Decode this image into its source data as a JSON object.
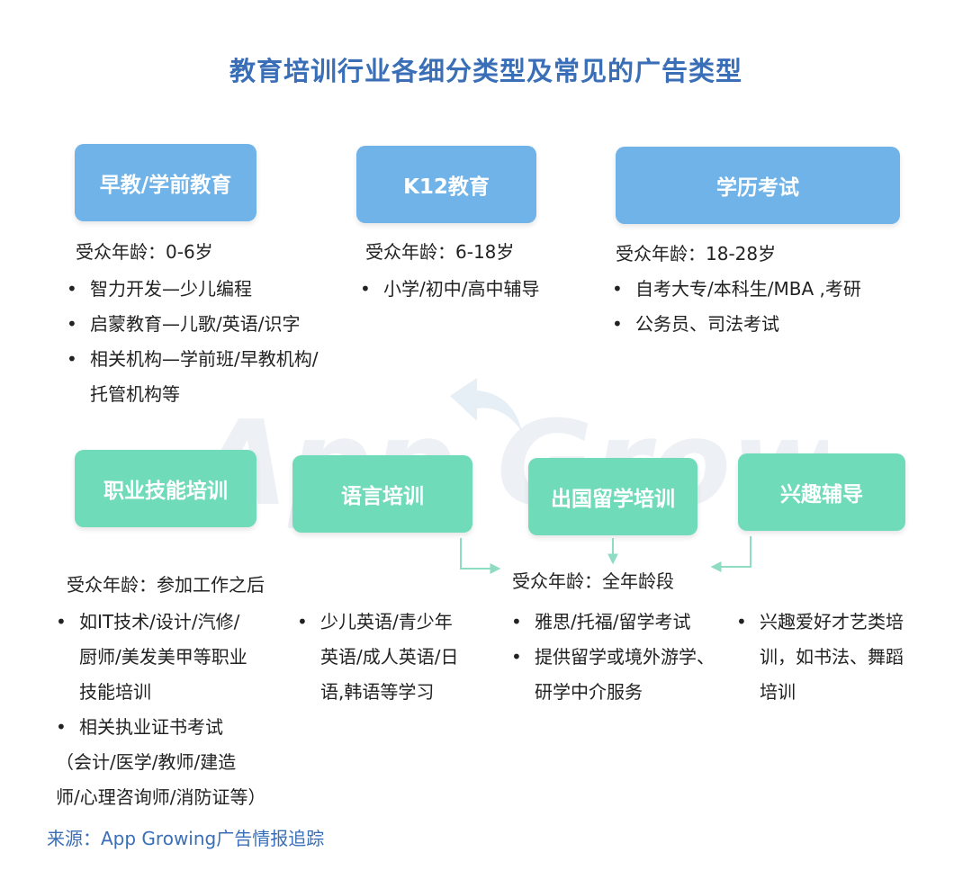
{
  "title": "教育培训行业各细分类型及常见的广告类型",
  "watermark": "App Growing",
  "categories": {
    "early": {
      "label": "早教/学前教育",
      "age": "受众年龄：0-6岁",
      "items": [
        "智力开发—少儿编程",
        "启蒙教育—儿歌/英语/识字",
        "相关机构—学前班/早教机构/",
        "托管机构等"
      ]
    },
    "k12": {
      "label": "K12教育",
      "age": "受众年龄：6-18岁",
      "items": [
        "小学/初中/高中辅导"
      ]
    },
    "degree": {
      "label": "学历考试",
      "age": "受众年龄：18-28岁",
      "items": [
        "自考大专/本科生/MBA ,考研",
        "公务员、司法考试"
      ]
    },
    "vocational": {
      "label": "职业技能培训",
      "age": "受众年龄：参加工作之后",
      "items": [
        "如IT技术/设计/汽修/",
        "厨师/美发美甲等职业",
        "技能培训",
        "相关执业证书考试",
        "（会计/医学/教师/建造",
        "师/心理咨询师/消防证等）"
      ]
    },
    "language": {
      "label": "语言培训",
      "items": [
        "少儿英语/青少年",
        "英语/成人英语/日",
        "语,韩语等学习"
      ]
    },
    "abroad": {
      "label": "出国留学培训",
      "items": [
        "雅思/托福/留学考试",
        "提供留学或境外游学、",
        "研学中介服务"
      ]
    },
    "interest": {
      "label": "兴趣辅导",
      "items": [
        "兴趣爱好才艺类培",
        "训，如书法、舞蹈",
        "培训"
      ]
    },
    "shared_age": "受众年龄：全年龄段"
  },
  "source": "来源：App Growing广告情报追踪",
  "colors": {
    "title": "#3a6fb7",
    "blue_box": "#6fb3e8",
    "green_box": "#6fdbb9",
    "arrow": "#8fdcc4"
  }
}
